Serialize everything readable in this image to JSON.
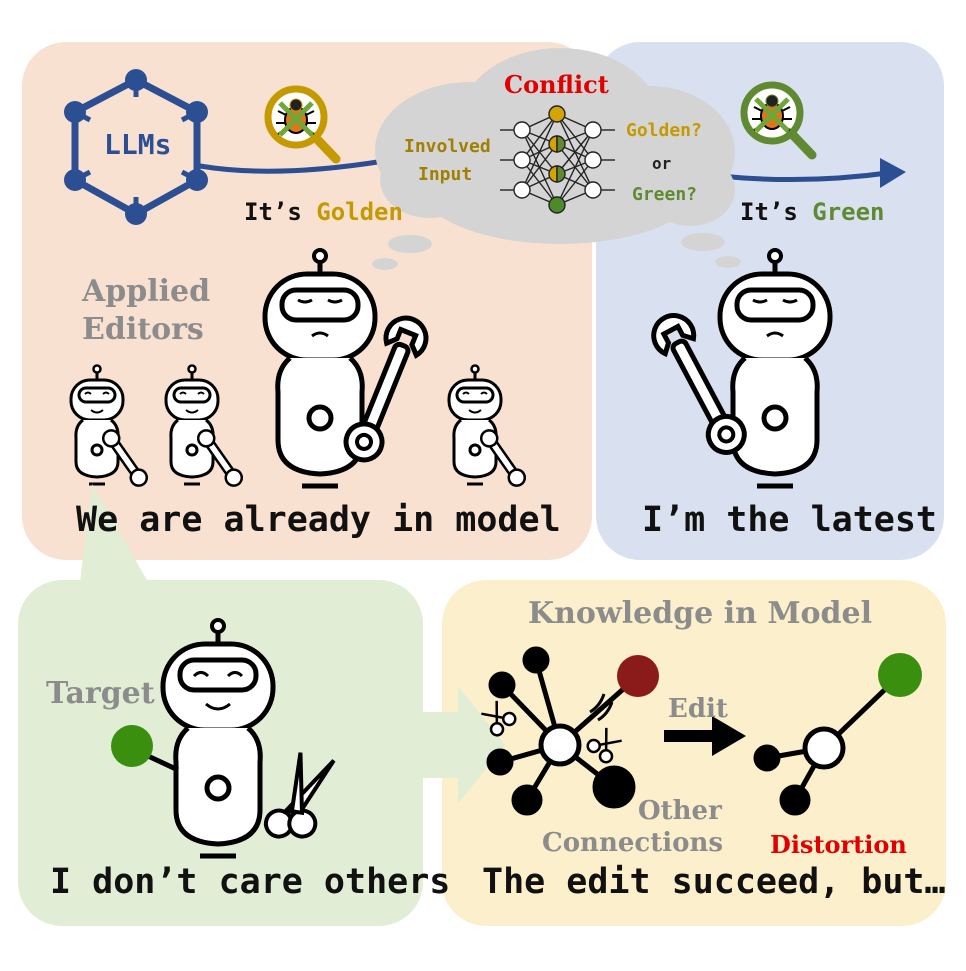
{
  "top_left": {
    "hub_label": "LLMs",
    "its_prefix": "It’s ",
    "golden_word": "Golden",
    "editors_line1": "Applied",
    "editors_line2": "Editors",
    "caption": "We are already in model"
  },
  "cloud": {
    "conflict_label": "Conflict",
    "input_line1": "Involved",
    "input_line2": "Input",
    "golden_question": "Golden?",
    "or_label": "or",
    "green_question": "Green?"
  },
  "top_right": {
    "its_prefix": "It’s ",
    "green_word": "Green",
    "caption": "I’m the latest"
  },
  "bottom_left": {
    "target_label": "Target",
    "caption": "I don’t care others"
  },
  "bottom_right": {
    "knowledge_title": "Knowledge in Model",
    "edit_label": "Edit",
    "other_line1": "Other",
    "other_line2": "Connections",
    "distortion_label": "Distortion",
    "caption": "The edit succeed, but…"
  },
  "colors": {
    "panel_top_left": "#f9e1d2",
    "panel_top_right": "#d9e1f1",
    "panel_bottom_left": "#e2edd6",
    "panel_bottom_right": "#fcefcc",
    "golden": "#c49a00",
    "green": "#5f8a32",
    "target_green": "#3a8f0e",
    "conflict_red": "#e00000",
    "old_fact_red": "#8b1a1a",
    "llm_blue": "#2c4f93",
    "cloud_grey": "#d4d4d4",
    "muted_text": "#8c8c8c"
  }
}
